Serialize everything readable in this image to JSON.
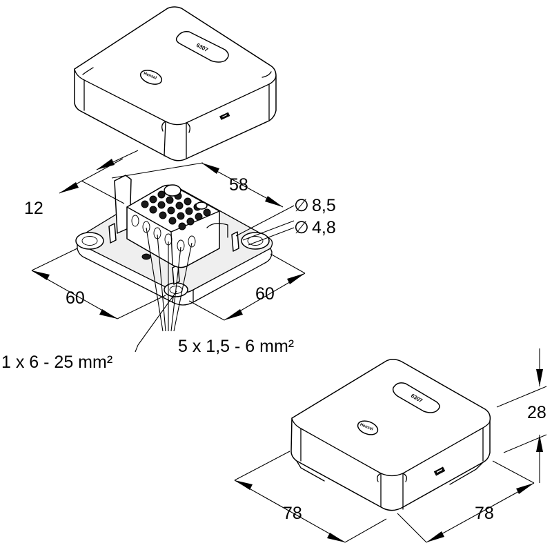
{
  "lid_top": {
    "part_number": "6307",
    "badge": "Hensel"
  },
  "assembled_box": {
    "part_number": "6307",
    "badge": "Hensel"
  },
  "dimensions": {
    "distance_12": "12",
    "width_58": "58",
    "hole_large": "8,5",
    "hole_small": "4,8",
    "base_width_left": "60",
    "base_width_right": "60",
    "terminal_large": "1 x 6 - 25 mm²",
    "terminal_small": "5 x 1,5 - 6 mm²",
    "height": "28",
    "box_width_left": "78",
    "box_width_right": "78"
  },
  "symbols": {
    "diameter": "∅"
  }
}
